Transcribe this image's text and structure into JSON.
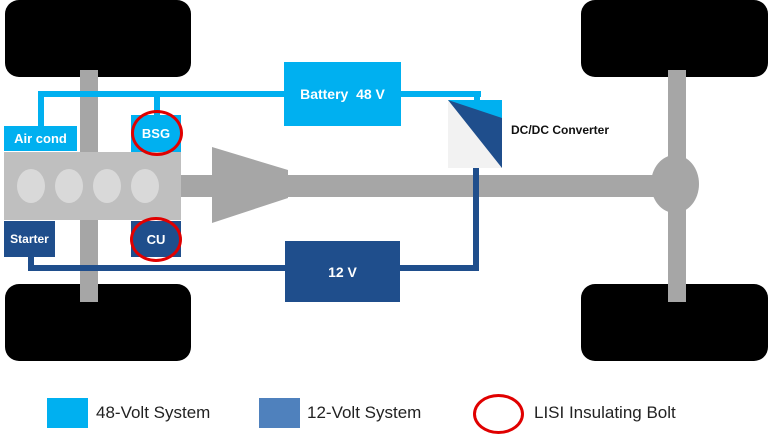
{
  "diagram": {
    "battery48_label": "Battery  48 V",
    "battery12_label": "12 V",
    "dcdc_label": "DC/DC Converter",
    "aircond_label": "Air cond",
    "bsg_label": "BSG",
    "cu_label": "CU",
    "starter_label": "Starter"
  },
  "legend": {
    "items": [
      {
        "label": "48-Volt System",
        "color": "#00b0f0"
      },
      {
        "label": "12-Volt System",
        "color": "#4f81bd"
      },
      {
        "label": "LISI Insulating Bolt",
        "color": "#e00000"
      }
    ]
  },
  "colors": {
    "wire_48v": "#00b0f0",
    "wire_12v": "#1f4e8c",
    "chassis": "#a6a6a6",
    "wheel": "#000000"
  }
}
